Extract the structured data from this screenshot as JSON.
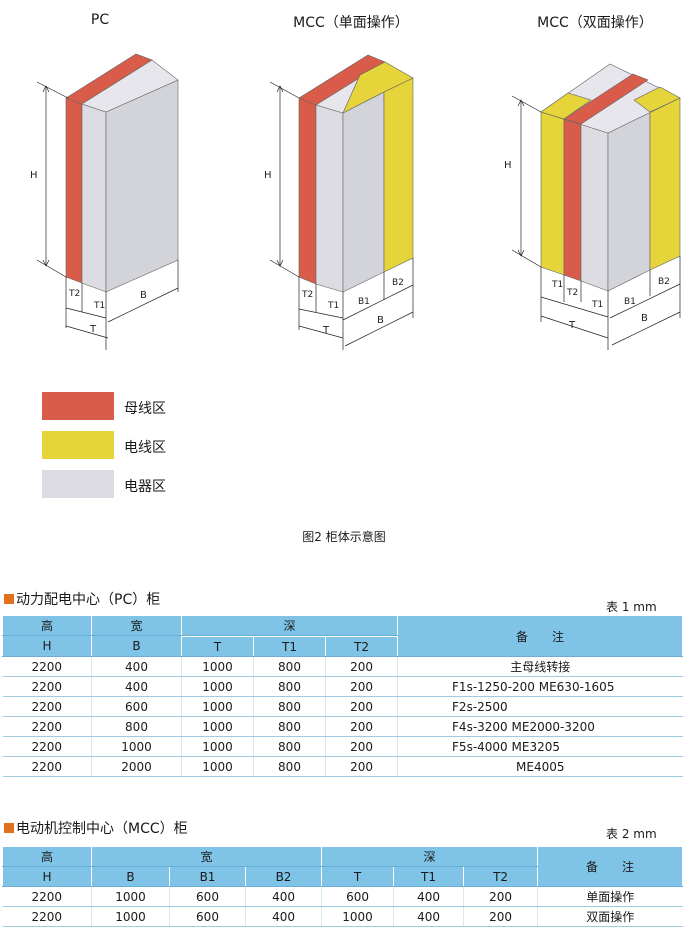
{
  "figure": {
    "titles": {
      "pc": "PC",
      "mcc_single": "MCC（单面操作）",
      "mcc_double": "MCC（双面操作）"
    },
    "dims": {
      "h": "H",
      "t": "T",
      "t1": "T1",
      "t2": "T2",
      "b": "B",
      "b1": "B1",
      "b2": "B2"
    },
    "legend": [
      {
        "label": "母线区",
        "color": "#d95b4a"
      },
      {
        "label": "电线区",
        "color": "#e5d43a"
      },
      {
        "label": "电器区",
        "color": "#dcdce2"
      }
    ],
    "caption": "图2 柜体示意图"
  },
  "table1": {
    "title": "动力配电中心（PC）柜",
    "unit": "表 1  mm",
    "head": {
      "gao": "高",
      "kuan": "宽",
      "shen": "深",
      "note": "备　　注",
      "h": "H",
      "b": "B",
      "t": "T",
      "t1": "T1",
      "t2": "T2"
    },
    "rows": [
      {
        "h": "2200",
        "b": "400",
        "t": "1000",
        "t1": "800",
        "t2": "200",
        "note": "主母线转接"
      },
      {
        "h": "2200",
        "b": "400",
        "t": "1000",
        "t1": "800",
        "t2": "200",
        "note": "F1s-1250-200  ME630-1605"
      },
      {
        "h": "2200",
        "b": "600",
        "t": "1000",
        "t1": "800",
        "t2": "200",
        "note": "F2s-2500"
      },
      {
        "h": "2200",
        "b": "800",
        "t": "1000",
        "t1": "800",
        "t2": "200",
        "note": "F4s-3200  ME2000-3200"
      },
      {
        "h": "2200",
        "b": "1000",
        "t": "1000",
        "t1": "800",
        "t2": "200",
        "note": "F5s-4000  ME3205"
      },
      {
        "h": "2200",
        "b": "2000",
        "t": "1000",
        "t1": "800",
        "t2": "200",
        "note": "ME4005"
      }
    ]
  },
  "table2": {
    "title": "电动机控制中心（MCC）柜",
    "unit": "表 2  mm",
    "head": {
      "gao": "高",
      "kuan": "宽",
      "shen": "深",
      "note": "备　　注",
      "h": "H",
      "b": "B",
      "b1": "B1",
      "b2": "B2",
      "t": "T",
      "t1": "T1",
      "t2": "T2"
    },
    "rows": [
      {
        "h": "2200",
        "b": "1000",
        "b1": "600",
        "b2": "400",
        "t": "600",
        "t1": "400",
        "t2": "200",
        "note": "单面操作"
      },
      {
        "h": "2200",
        "b": "1000",
        "b1": "600",
        "b2": "400",
        "t": "1000",
        "t1": "400",
        "t2": "200",
        "note": "双面操作"
      }
    ]
  }
}
